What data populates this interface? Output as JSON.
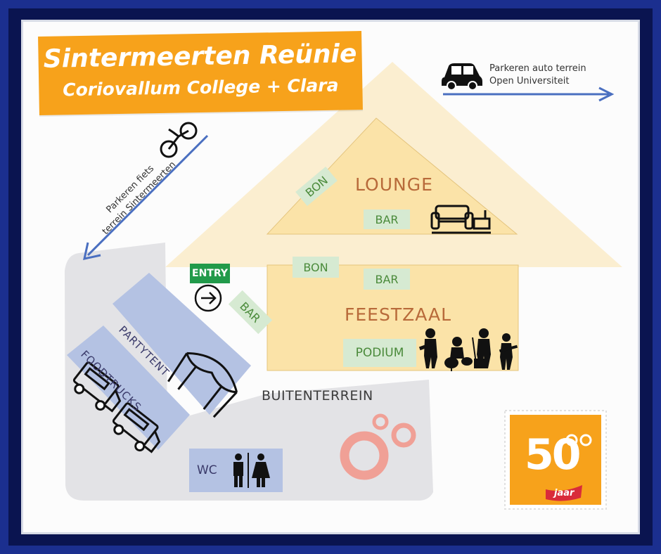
{
  "title": {
    "line1": "Sintermeerten Reünie",
    "line2": "Coriovallum College + Clara"
  },
  "parking_car": {
    "line1": "Parkeren auto terrein",
    "line2": "Open Universiteit"
  },
  "parking_bike": {
    "line1": "Parkeren fiets",
    "line2": "terrein Sintermeerten"
  },
  "rooms": {
    "lounge": "LOUNGE",
    "feestzaal": "FEESTZAAL",
    "buitenterrein": "BUITENTERREIN"
  },
  "tags": {
    "bon_lounge": "BON",
    "bar_lounge": "BAR",
    "bon_feest": "BON",
    "bar_feest": "BAR",
    "bar_entry": "BAR",
    "podium": "PODIUM"
  },
  "entry": "ENTRY",
  "zones": {
    "partytent": "PARTYTENT",
    "foodtrucks": "FOODTRUCKS",
    "wc": "WC"
  },
  "badge": {
    "number": "50",
    "sub": "jaar"
  },
  "colors": {
    "title_bg": "#f7a21b",
    "house_light": "#fbeed0",
    "house_dark": "#fbe3a8",
    "zone_blue": "#b4c2e3",
    "outdoor_gray": "#e3e3e6",
    "tag_green": "#d6ead2",
    "entry_green": "#219a4a",
    "arrow_blue": "#4a6fc0",
    "logo_pink": "#f0a096",
    "frame_blue": "#1b2f8f"
  },
  "icons": [
    "car-icon",
    "bicycle-icon",
    "sofa-icon",
    "band-icon",
    "entry-arrow-icon",
    "tent-icon",
    "foodtruck-icon",
    "toilet-icon",
    "rings-logo-icon"
  ]
}
